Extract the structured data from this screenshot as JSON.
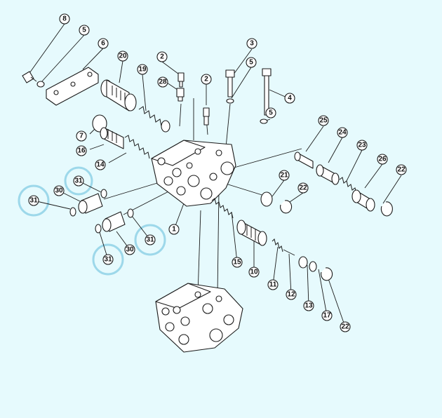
{
  "highlight_color": "#9dd8ea",
  "background_color": "#e6fafd",
  "callouts": {
    "c8": "8",
    "c5a": "5",
    "c6": "6",
    "c20": "20",
    "c19": "19",
    "c2a": "2",
    "c28": "28",
    "c2b": "2",
    "c3": "3",
    "c5b": "5",
    "c4": "4",
    "c5c": "5",
    "c7": "7",
    "c16": "16",
    "c14": "14",
    "c25": "25",
    "c24": "24",
    "c23": "23",
    "c26": "26",
    "c22a": "22",
    "c21": "21",
    "c22b": "22",
    "c31a": "31",
    "c31b": "31",
    "c30a": "30",
    "c1": "1",
    "c31c": "31",
    "c30b": "30",
    "c31d": "31",
    "c15": "15",
    "c10": "10",
    "c11": "11",
    "c12": "12",
    "c13": "13",
    "c17": "17",
    "c22c": "22"
  }
}
